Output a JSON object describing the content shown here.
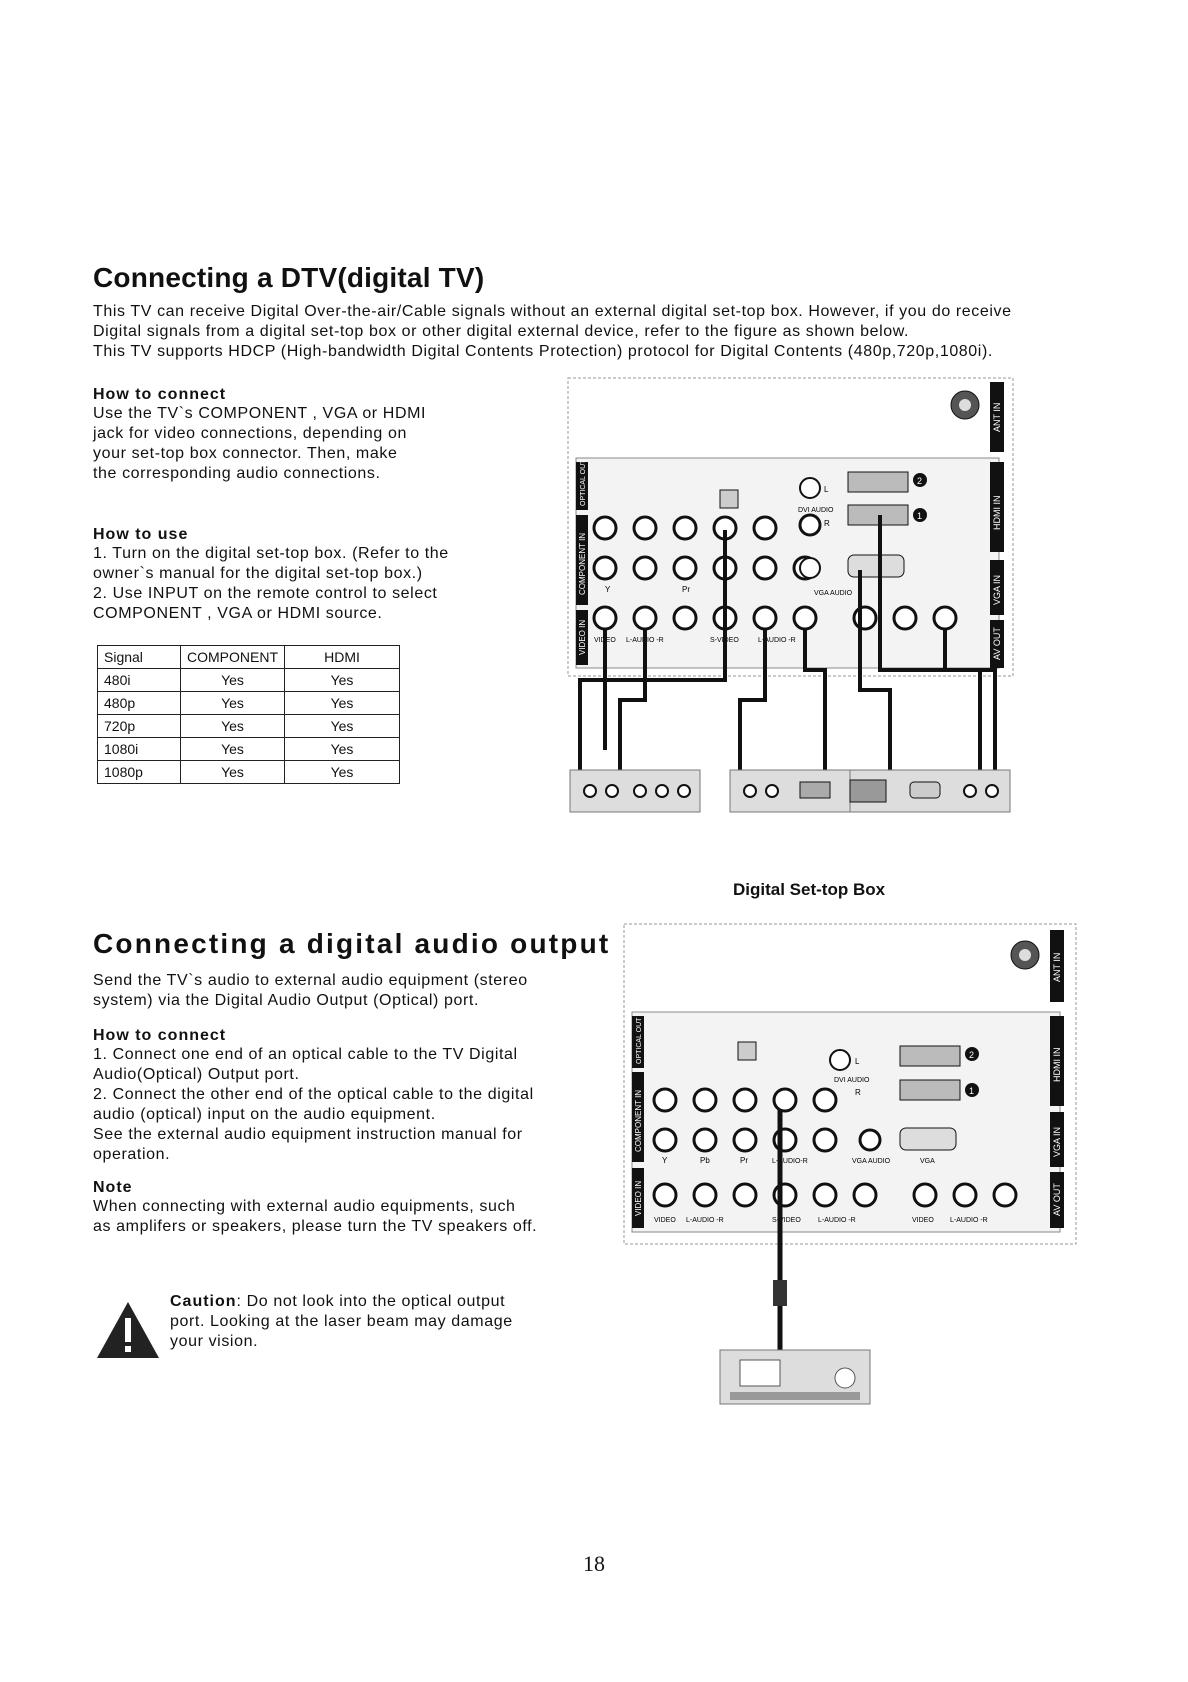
{
  "dtv": {
    "title": "Connecting a DTV(digital TV)",
    "intro": [
      "This TV can receive Digital Over-the-air/Cable signals without an external digital set-top box. However, if you do receive",
      "Digital signals from a digital set-top box or other digital external device, refer to the figure as shown below.",
      "This TV supports HDCP (High-bandwidth Digital Contents Protection) protocol for Digital Contents (480p,720p,1080i)."
    ],
    "how_to_connect": {
      "heading": "How to connect",
      "lines": [
        "Use the TV`s COMPONENT , VGA or HDMI",
        "jack for video connections, depending on",
        "your set-top box connector. Then, make",
        "the corresponding audio connections."
      ]
    },
    "how_to_use": {
      "heading": "How to use",
      "lines": [
        "1. Turn on the digital set-top box. (Refer to the",
        "owner`s manual for the digital set-top box.)",
        "2. Use INPUT on the remote control to select",
        "COMPONENT , VGA or HDMI source."
      ]
    },
    "table": {
      "headers": [
        "Signal",
        "COMPONENT",
        "HDMI"
      ],
      "rows": [
        [
          "480i",
          "Yes",
          "Yes"
        ],
        [
          "480p",
          "Yes",
          "Yes"
        ],
        [
          "720p",
          "Yes",
          "Yes"
        ],
        [
          "1080i",
          "Yes",
          "Yes"
        ],
        [
          "1080p",
          "Yes",
          "Yes"
        ]
      ]
    },
    "figure_caption": "Digital Set-top Box"
  },
  "audio": {
    "title": "Connecting a digital audio output",
    "intro": [
      "Send the TV`s audio to external audio equipment (stereo",
      "system) via the Digital Audio Output (Optical) port."
    ],
    "how_to_connect": {
      "heading": "How to connect",
      "lines": [
        "1. Connect one end of an optical cable to the TV Digital",
        "Audio(Optical) Output port.",
        "2. Connect the other end of the optical cable to the digital",
        "audio (optical) input on the audio equipment.",
        "See the external audio equipment instruction manual for",
        "operation."
      ]
    },
    "note": {
      "heading": "Note",
      "lines": [
        "When connecting with external audio equipments, such",
        "as amplifers or speakers, please turn the TV speakers off."
      ]
    },
    "caution": {
      "label": "Caution",
      "lines": [
        ": Do not look into the optical output",
        "port. Looking at the laser beam may damage",
        "your vision."
      ]
    }
  },
  "panel": {
    "ant_in": "ANT IN",
    "hdmi_in": "HDMI IN",
    "vga_in": "VGA IN",
    "av_out": "AV OUT",
    "optical_out": "OPTICAL OUT",
    "component_in": "COMPONENT IN",
    "video_in": "VIDEO IN",
    "dvi_audio": "DVI AUDIO",
    "l": "L",
    "r": "R",
    "y": "Y",
    "pb": "Pb",
    "pr": "Pr",
    "l_audio_r_short": "L-AUDIO-R",
    "vga_audio": "VGA AUDIO",
    "vga": "VGA",
    "video": "VIDEO",
    "l_audio_r": "L-AUDIO -R",
    "s_video": "S-VIDEO",
    "l_audio_dash": "L-AUDIO -R",
    "badge_1": "1",
    "badge_2": "2"
  },
  "page_number": "18"
}
